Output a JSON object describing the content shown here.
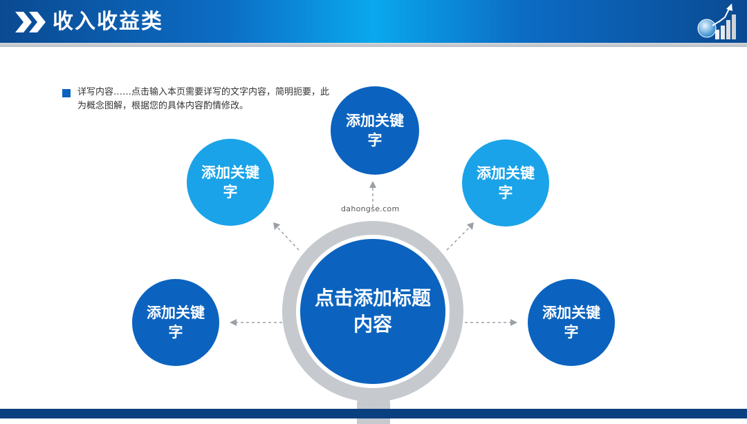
{
  "header": {
    "title": "收入收益类"
  },
  "description": {
    "text": "详写内容……点击输入本页需要详写的文字内容，简明扼要，此为概念图解，根据您的具体内容酌情修改。"
  },
  "center": {
    "label": "点击添加标题内容"
  },
  "nodes": {
    "top": "添加关键字",
    "upper_left": "添加关键字",
    "upper_right": "添加关键字",
    "lower_left": "添加关键字",
    "lower_right": "添加关键字"
  },
  "watermark": "dahongse.com",
  "colors": {
    "header_blue": "#0c6cc4",
    "dark_blue": "#0b63bf",
    "light_blue": "#1aa3e8",
    "ring_gray": "#c6c9cd"
  }
}
